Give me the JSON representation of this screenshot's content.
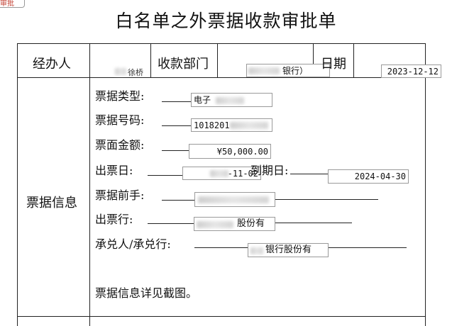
{
  "corner_tab": "审批",
  "title": "白名单之外票据收款审批单",
  "header": {
    "handler_label": "经办人",
    "handler_value": "徐桥",
    "dept_label": "收款部门",
    "dept_value": "银行）",
    "date_label": "日期",
    "date_value": "2023-12-12"
  },
  "section_label": "票据信息",
  "fields": {
    "type_label": "票据类型:",
    "type_value": "电子",
    "number_label": "票据号码:",
    "number_value": "1018201",
    "amount_label": "票面金额:",
    "amount_value": "¥50,000.00",
    "issue_date_label": "出票日:",
    "issue_date_value": "-11-02",
    "due_date_label": "到期日:",
    "due_date_value": "2024-04-30",
    "prev_holder_label": "票据前手:",
    "prev_holder_value": "",
    "issuer_bank_label": "出票行:",
    "issuer_bank_value": "股份有",
    "acceptor_label": "承兑人/承兑行:",
    "acceptor_value": "银行股份有",
    "note": "票据信息详见截图。"
  }
}
